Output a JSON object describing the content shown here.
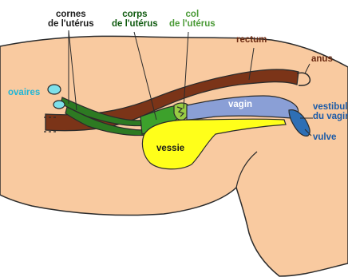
{
  "labels": {
    "cornes": [
      "cornes",
      "de l'utérus"
    ],
    "corps": [
      "corps",
      "de l'utérus"
    ],
    "col": [
      "col",
      "de l'utérus"
    ],
    "rectum": "rectum",
    "anus": "anus",
    "ovaires": "ovaires",
    "vagin": "vagin",
    "vestibule": [
      "vestibule",
      "du vagin"
    ],
    "vulve": "vulve",
    "vessie": "vessie"
  },
  "colors": {
    "body_fill": "#f9caa0",
    "outline": "#2b2b2b",
    "rectum": "#7b3418",
    "uterus_horn": "#2d7a22",
    "uterus_body": "#3da12c",
    "cervix": "#99cc44",
    "vagina": "#8a9fd6",
    "vestibule": "#2e6fb5",
    "ovary": "#7ee0ea",
    "bladder": "#ffff1a",
    "label_black": "#1a1a1a",
    "label_green": "#2e8a1e",
    "label_dark_green": "#0f5a0f",
    "label_brown": "#6b2a12",
    "label_blue": "#1a5aa8",
    "label_cyan": "#1fb6d6",
    "label_yellow_text": "#4a3a00"
  }
}
